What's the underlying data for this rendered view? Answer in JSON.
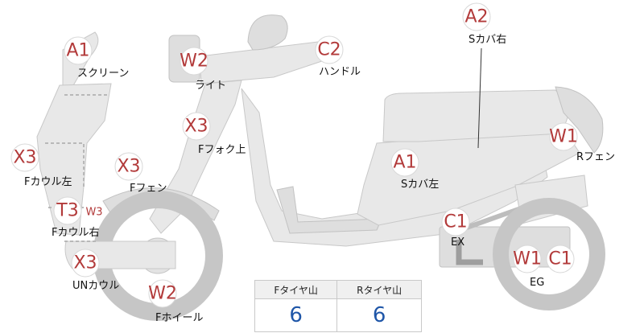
{
  "parts": [
    {
      "code": "A1",
      "label": "スクリーン"
    },
    {
      "code": "W2",
      "label": "ライト"
    },
    {
      "code": "C2",
      "label": "ハンドル"
    },
    {
      "code": "A2",
      "label": "Sカバ右"
    },
    {
      "code": "X3",
      "label": "Fフォク上"
    },
    {
      "code": "X3",
      "label": "Fカウル左"
    },
    {
      "code": "X3",
      "label": "Fフェン"
    },
    {
      "code": "T3",
      "sub": "W3",
      "label": "Fカウル右"
    },
    {
      "code": "X3",
      "label": "UNカウル"
    },
    {
      "code": "W2",
      "label": "Fホイール"
    },
    {
      "code": "A1",
      "label": "Sカバ左"
    },
    {
      "code": "W1",
      "label": "Rフェン"
    },
    {
      "code": "C1",
      "label": "EX"
    },
    {
      "code": "W1",
      "label": "EG"
    },
    {
      "code": "C1",
      "label": ""
    }
  ],
  "tire_table": {
    "headers": [
      "Fタイヤ山",
      "Rタイヤ山"
    ],
    "values": [
      "6",
      "6"
    ]
  },
  "colors": {
    "code_text": "#b23a3a",
    "value_text": "#1f56a8",
    "part_fill": "#e8e8e8"
  }
}
